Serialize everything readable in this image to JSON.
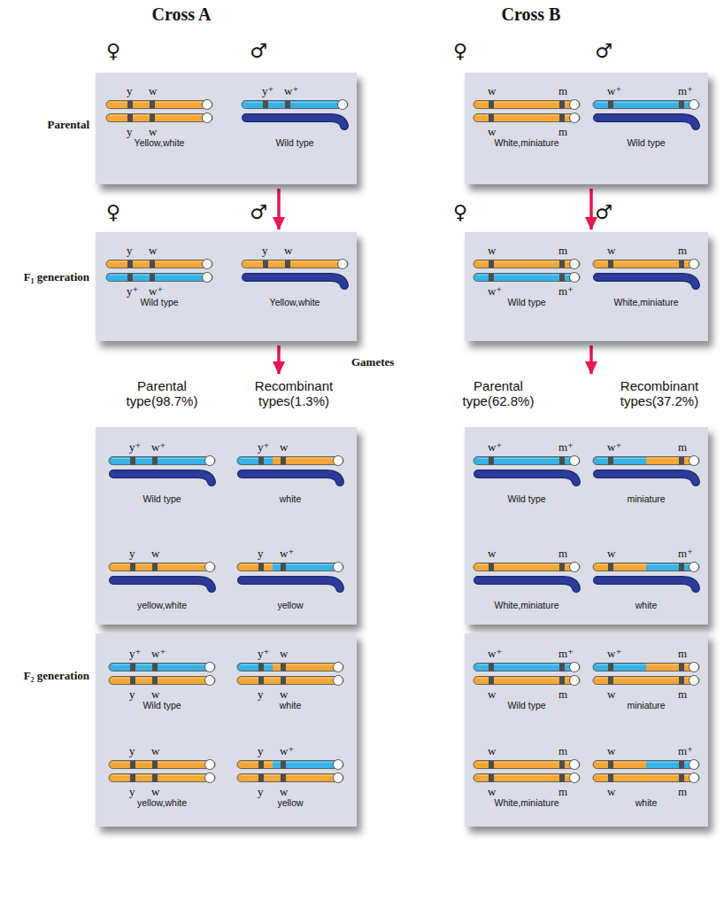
{
  "diagram": {
    "nodes": [
      {
        "text": [
          "y w",
          "y w",
          "Yellow,white",
          "y⁺ w⁺",
          "Wild type"
        ]
      },
      {
        "text": [
          "w m",
          "w m",
          "White,miniature",
          "w⁺ m⁺",
          "Wild type"
        ]
      },
      {
        "text": [
          "y w",
          "y⁺ w⁺",
          "Wild type",
          "y w",
          "Yellow,white"
        ]
      },
      {
        "text": [
          "w m",
          "w⁺ m⁺",
          "Wild type",
          "w m",
          "White,miniature"
        ]
      },
      {
        "text": [
          "Parental type(98.7%)",
          "Recombinant types(1.3%)",
          "y⁺ w⁺",
          "Wild type",
          "y⁺ w",
          "white",
          "y w",
          "yellow,white",
          "y w⁺",
          "yellow"
        ]
      },
      {
        "text": [
          "Parental type(62.8%)",
          "Recombinant types(37.2%)",
          "w⁺ m⁺",
          "Wild type",
          "w⁺ m",
          "miniature",
          "w m",
          "White,miniature",
          "w m⁺",
          "white"
        ]
      },
      {
        "text": [
          "y⁺ w⁺",
          "y w",
          "Wild type",
          "y⁺ w",
          "y w",
          "white",
          "y w",
          "y w",
          "yellow,white",
          "y w⁺",
          "y w",
          "yellow"
        ]
      },
      {
        "text": [
          "w⁺ m⁺",
          "w m",
          "Wild type",
          "w⁺ m",
          "w m",
          "miniature",
          "w m",
          "w m",
          "White,miniature",
          "w m⁺",
          "w m",
          "white"
        ]
      }
    ],
    "edges": [
      {
        "from": 0,
        "to": 2,
        "arrow": "to"
      },
      {
        "from": 1,
        "to": 3,
        "arrow": "to"
      },
      {
        "from": 2,
        "to": 4,
        "arrow": "to"
      },
      {
        "from": 3,
        "to": 5,
        "arrow": "to"
      }
    ],
    "labels": [
      "Cross A",
      "Cross B",
      "♀",
      "♂",
      "♀",
      "♂",
      "Parental",
      "♀",
      "♂",
      "♀",
      "♂",
      "F₁ generation",
      "Gametes",
      "F₂ generation"
    ]
  }
}
